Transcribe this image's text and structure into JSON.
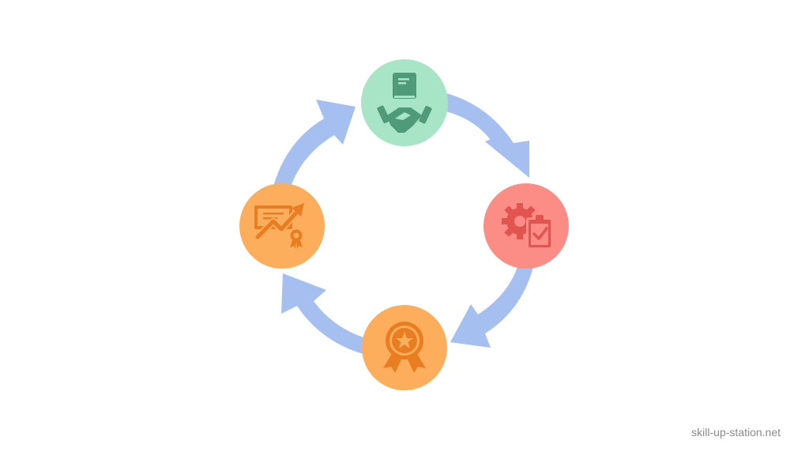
{
  "diagram": {
    "type": "cycle",
    "nodes": [
      {
        "id": "top",
        "icon": "book-handshake-icon",
        "color": "#a8e4c6",
        "icon_color": "#4f9a78"
      },
      {
        "id": "right",
        "icon": "gear-clipboard-check-icon",
        "color": "#fb8c86",
        "icon_color": "#e2544f"
      },
      {
        "id": "bottom",
        "icon": "award-medal-icon",
        "color": "#fdae5d",
        "icon_color": "#e97d22"
      },
      {
        "id": "left",
        "icon": "certificate-growth-icon",
        "color": "#fdae5d",
        "icon_color": "#e97d22"
      }
    ],
    "arrow_color": "#a4bff0",
    "direction": "clockwise"
  },
  "footer": {
    "watermark": "skill-up-station.net"
  }
}
